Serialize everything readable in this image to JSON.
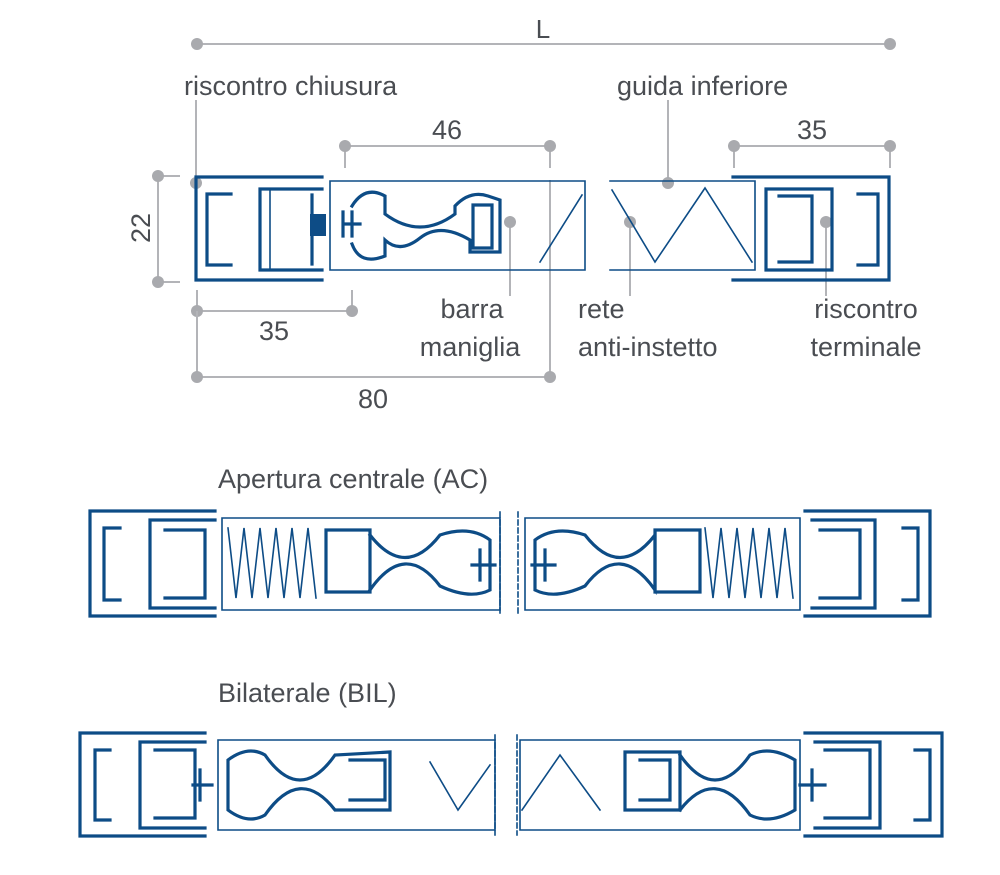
{
  "dimensions": {
    "total_length": "L",
    "height": "22",
    "handle_bar_width": "46",
    "end_profile_width": "35",
    "closing_profile_width": "35",
    "closing_to_bar": "80"
  },
  "parts": {
    "closing_stop": "riscontro chiusura",
    "bottom_guide": "guida inferiore",
    "handle_bar_1": "barra",
    "handle_bar_2": "maniglia",
    "mesh_1": "rete",
    "mesh_2": "anti-instetto",
    "end_stop_1": "riscontro",
    "end_stop_2": "terminale"
  },
  "variants": {
    "central": "Apertura centrale (AC)",
    "bilateral": "Bilaterale (BIL)"
  },
  "colors": {
    "profile": "#0d4c86",
    "dimension": "#b3b4b8",
    "text": "#4a4d52"
  }
}
